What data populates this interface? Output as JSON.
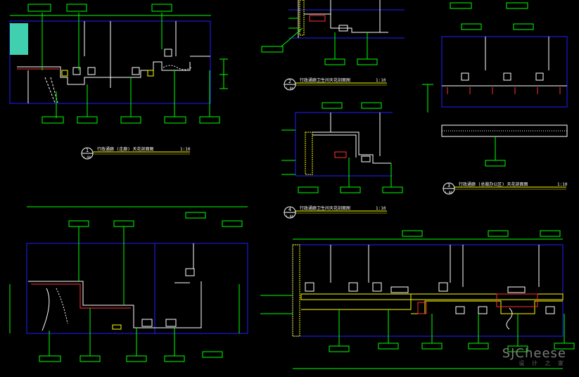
{
  "drawing": {
    "title": "ceiling section details (CAD)",
    "colors": {
      "background": "#000000",
      "frame": "#2020ff",
      "dimension": "#00ff00",
      "detail": "#ffffff",
      "ceiling_fill": "#ffff00",
      "tag": "#ffff00",
      "red": "#ff3030",
      "cyan": "#40e0c0"
    }
  },
  "sections": [
    {
      "id": "sec-1",
      "number": "1",
      "sheet": "L-04",
      "title": "行政通廊 (走廊) 天花剖面图",
      "scale": "1:10"
    },
    {
      "id": "sec-2",
      "number": "2",
      "sheet": "L-04",
      "title": "行政通廊卫生间天花剖面图",
      "scale": "1:10"
    },
    {
      "id": "sec-3",
      "number": "3",
      "sheet": "L-04",
      "title": "行政通廊 (总裁办公区) 天花剖面图",
      "scale": "1:10"
    },
    {
      "id": "sec-4",
      "number": "4",
      "sheet": "L-04",
      "title": "行政通廊卫生间天花剖面图",
      "scale": "1:10"
    }
  ],
  "watermark": {
    "main": "SJCheese",
    "sub": "设 计 之 家"
  }
}
